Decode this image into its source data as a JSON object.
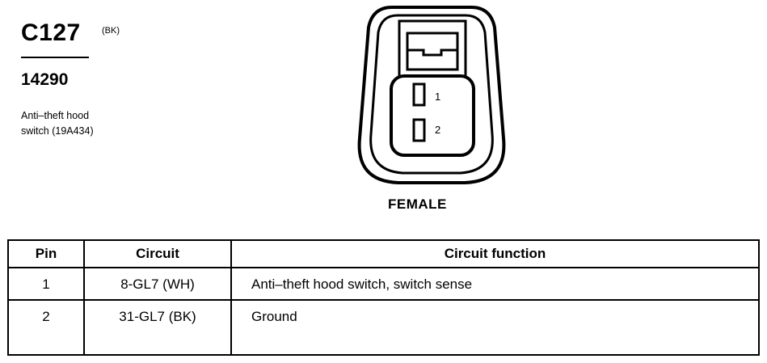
{
  "connector": {
    "id": "C127",
    "color_code": "(BK)",
    "part_number": "14290",
    "description_lines": [
      "Anti–theft hood",
      "switch (19A434)"
    ],
    "gender": "FEMALE",
    "terminal_labels": [
      "1",
      "2"
    ]
  },
  "table": {
    "headers": [
      "Pin",
      "Circuit",
      "Circuit function"
    ],
    "rows": [
      {
        "pin": "1",
        "circuit": "8-GL7 (WH)",
        "function": "Anti–theft hood switch, switch sense"
      },
      {
        "pin": "2",
        "circuit": "31-GL7 (BK)",
        "function": "Ground"
      }
    ]
  }
}
